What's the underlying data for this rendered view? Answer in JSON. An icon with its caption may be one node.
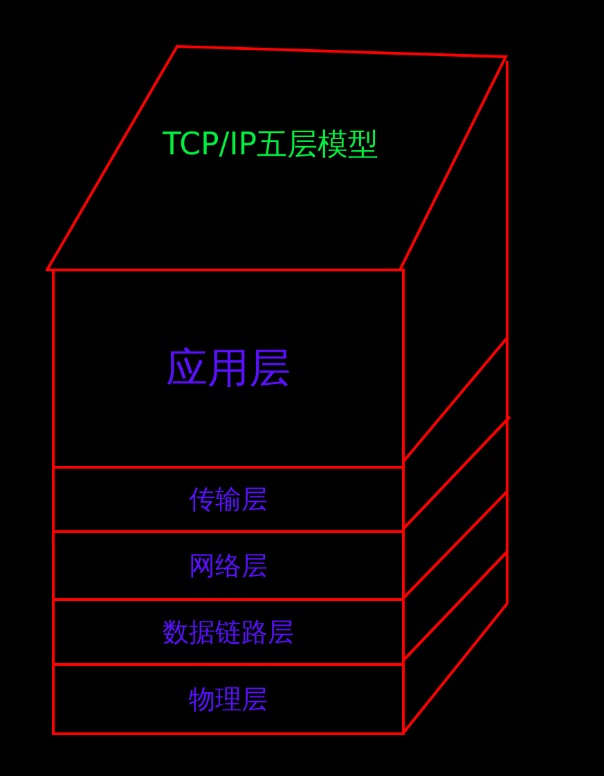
{
  "diagram": {
    "nodes": [
      {
        "text": [
          "TCP/IP五层模型"
        ]
      },
      {
        "text": [
          "应用层"
        ]
      },
      {
        "text": [
          "传输层"
        ]
      },
      {
        "text": [
          "网络层"
        ]
      },
      {
        "text": [
          "数据链路层"
        ]
      },
      {
        "text": [
          "物理层"
        ]
      }
    ],
    "edges": []
  }
}
